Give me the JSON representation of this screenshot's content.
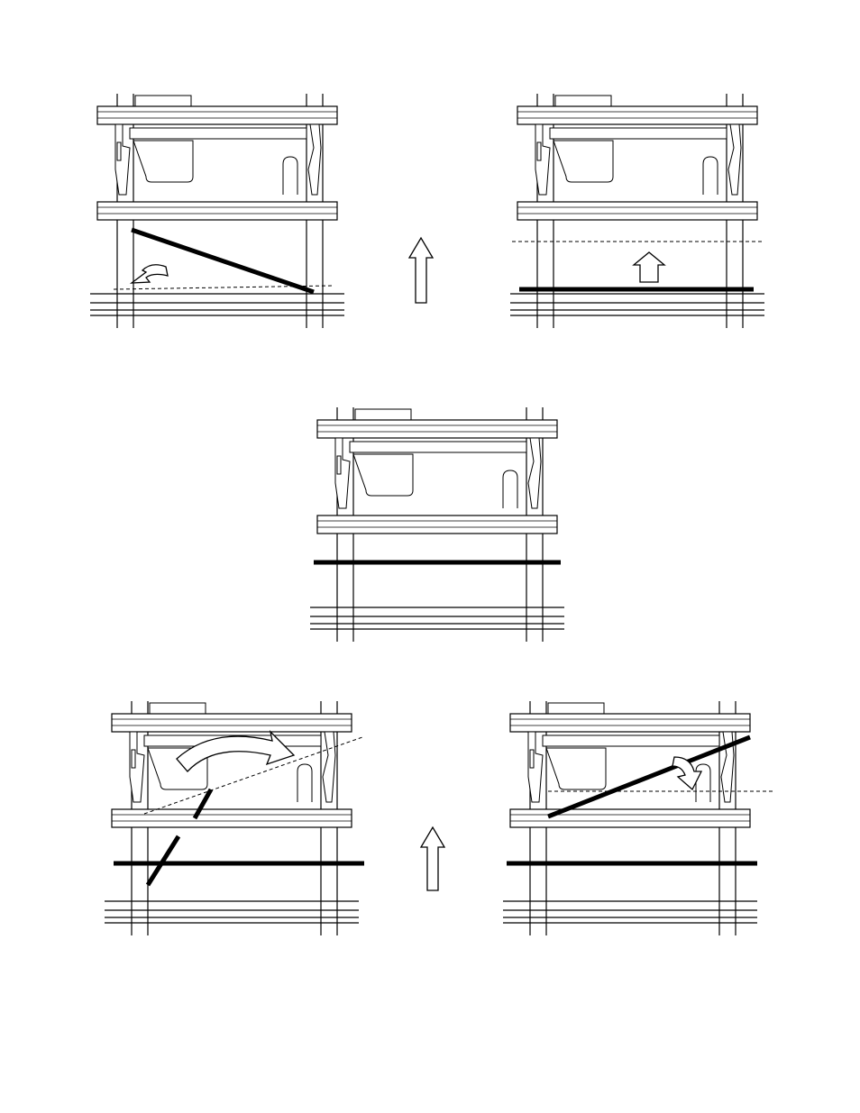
{
  "figure": {
    "panels": [
      {
        "id": "panel-1",
        "bar": "diagonal",
        "arrow": "curved-down-left",
        "guide": "dashed-horizontal"
      },
      {
        "id": "panel-2",
        "bar": "horizontal-bottom",
        "arrow": "short-up",
        "guide": "dashed-horizontal"
      },
      {
        "id": "panel-3",
        "bar": "horizontal-middle"
      },
      {
        "id": "panel-4",
        "bar": "horizontal-with-slanted-segments",
        "arrow": "curved-right",
        "guide": "dashed-diagonal"
      },
      {
        "id": "panel-5",
        "bar": "horizontal-and-diagonal",
        "arrow": "curved-down",
        "guide": "dashed-horizontal"
      }
    ],
    "step_arrows": [
      "up-arrow-1",
      "up-arrow-2"
    ]
  }
}
